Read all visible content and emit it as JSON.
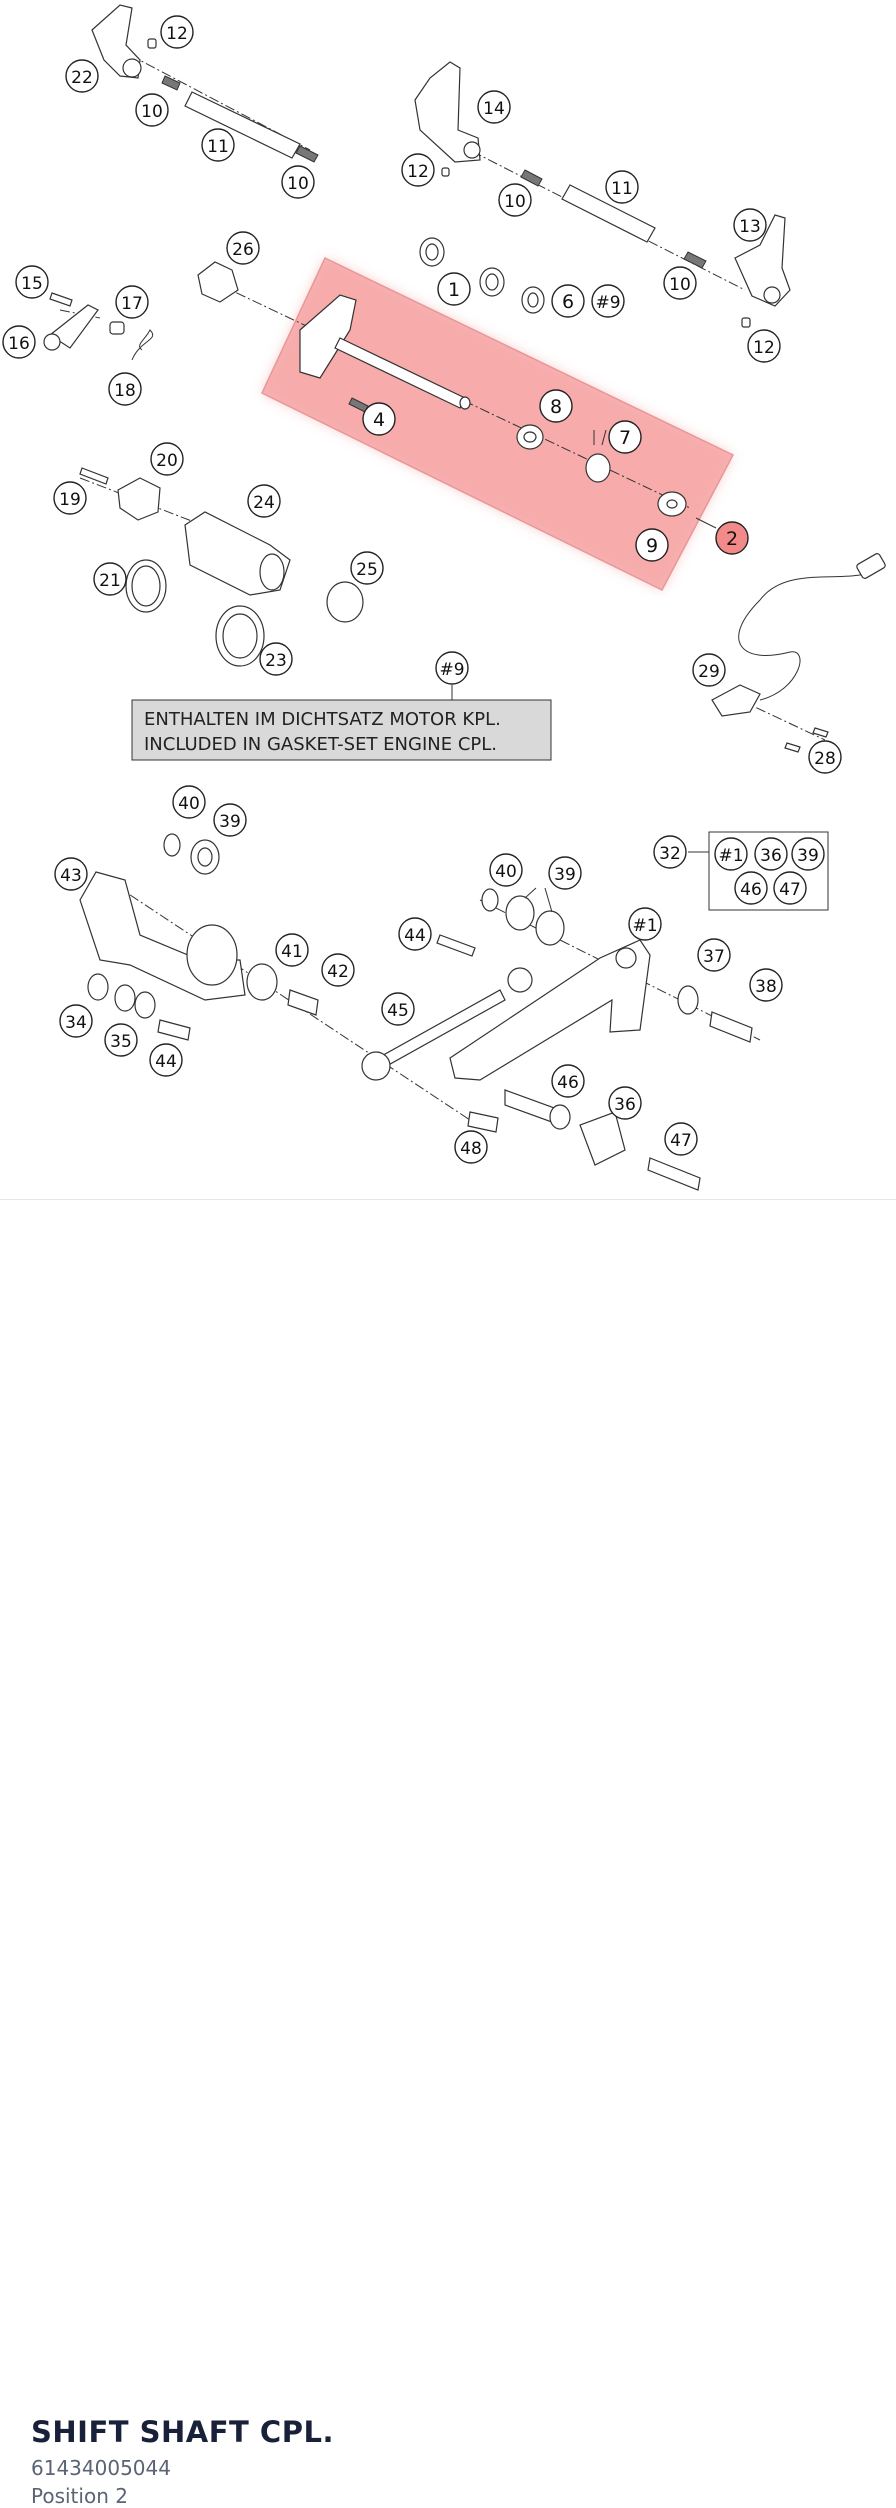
{
  "diagram": {
    "callouts": [
      {
        "id": "c-12a",
        "label": "12"
      },
      {
        "id": "c-22",
        "label": "22"
      },
      {
        "id": "c-10a",
        "label": "10"
      },
      {
        "id": "c-11a",
        "label": "11"
      },
      {
        "id": "c-10b",
        "label": "10"
      },
      {
        "id": "c-14",
        "label": "14"
      },
      {
        "id": "c-12b",
        "label": "12"
      },
      {
        "id": "c-10c",
        "label": "10"
      },
      {
        "id": "c-11b",
        "label": "11"
      },
      {
        "id": "c-13",
        "label": "13"
      },
      {
        "id": "c-10d",
        "label": "10"
      },
      {
        "id": "c-12c",
        "label": "12"
      },
      {
        "id": "c-26",
        "label": "26"
      },
      {
        "id": "c-1",
        "label": "1"
      },
      {
        "id": "c-6",
        "label": "6"
      },
      {
        "id": "c-h9a",
        "label": "#9"
      },
      {
        "id": "c-15",
        "label": "15"
      },
      {
        "id": "c-16",
        "label": "16"
      },
      {
        "id": "c-17",
        "label": "17"
      },
      {
        "id": "c-18",
        "label": "18"
      },
      {
        "id": "c-4",
        "label": "4"
      },
      {
        "id": "c-8",
        "label": "8"
      },
      {
        "id": "c-7",
        "label": "7"
      },
      {
        "id": "c-9",
        "label": "9"
      },
      {
        "id": "c-2",
        "label": "2",
        "highlight": true
      },
      {
        "id": "c-20",
        "label": "20"
      },
      {
        "id": "c-19",
        "label": "19"
      },
      {
        "id": "c-24",
        "label": "24"
      },
      {
        "id": "c-21",
        "label": "21"
      },
      {
        "id": "c-25",
        "label": "25"
      },
      {
        "id": "c-23",
        "label": "23"
      },
      {
        "id": "c-h9b",
        "label": "#9"
      },
      {
        "id": "c-29",
        "label": "29"
      },
      {
        "id": "c-28",
        "label": "28"
      },
      {
        "id": "c-40a",
        "label": "40"
      },
      {
        "id": "c-39a",
        "label": "39"
      },
      {
        "id": "c-43",
        "label": "43"
      },
      {
        "id": "c-40b",
        "label": "40"
      },
      {
        "id": "c-39b",
        "label": "39"
      },
      {
        "id": "c-32",
        "label": "32"
      },
      {
        "id": "c-h1a",
        "label": "#1"
      },
      {
        "id": "c-36a",
        "label": "36"
      },
      {
        "id": "c-39c",
        "label": "39"
      },
      {
        "id": "c-46a",
        "label": "46"
      },
      {
        "id": "c-47a",
        "label": "47"
      },
      {
        "id": "c-44a",
        "label": "44"
      },
      {
        "id": "c-h1b",
        "label": "#1"
      },
      {
        "id": "c-41",
        "label": "41"
      },
      {
        "id": "c-42",
        "label": "42"
      },
      {
        "id": "c-37",
        "label": "37"
      },
      {
        "id": "c-38",
        "label": "38"
      },
      {
        "id": "c-34",
        "label": "34"
      },
      {
        "id": "c-45",
        "label": "45"
      },
      {
        "id": "c-35",
        "label": "35"
      },
      {
        "id": "c-44b",
        "label": "44"
      },
      {
        "id": "c-46b",
        "label": "46"
      },
      {
        "id": "c-36b",
        "label": "36"
      },
      {
        "id": "c-47b",
        "label": "47"
      },
      {
        "id": "c-48",
        "label": "48"
      }
    ],
    "note": {
      "line1": "ENTHALTEN IM DICHTSATZ MOTOR KPL.",
      "line2": "INCLUDED IN GASKET-SET ENGINE CPL."
    },
    "highlight_color": "#f7a6a6",
    "highlight_callout_color": "#f28a8a"
  },
  "footer": {
    "title": "SHIFT SHAFT CPL.",
    "part_number": "61434005044",
    "position": "Position 2"
  }
}
